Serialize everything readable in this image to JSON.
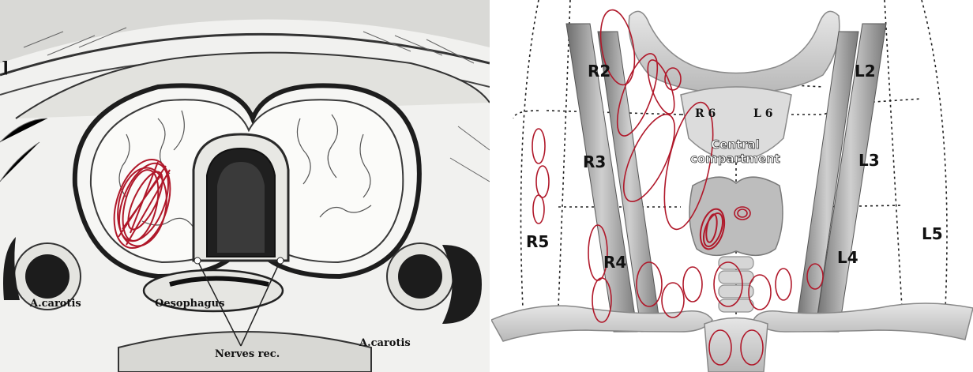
{
  "left_figure": {
    "labels": {
      "carotis_left": "A.carotis",
      "oesophagus": "Oesophagus",
      "nerves": "Nerves rec.",
      "carotis_right": "A.carotis",
      "bracket": "]"
    }
  },
  "right_figure": {
    "labels": {
      "r2": "R2",
      "l2": "L2",
      "r6": "R 6",
      "l6": "L 6",
      "central_line1": "Central",
      "central_line2": "compartment",
      "r3": "R3",
      "l3": "L3",
      "r5": "R5",
      "l5": "L5",
      "r4": "R4",
      "l4": "L4"
    }
  },
  "colors": {
    "annotation_red": "#b0182a",
    "line_art": "#2a2a2a",
    "paper": "#f1f1ef"
  }
}
